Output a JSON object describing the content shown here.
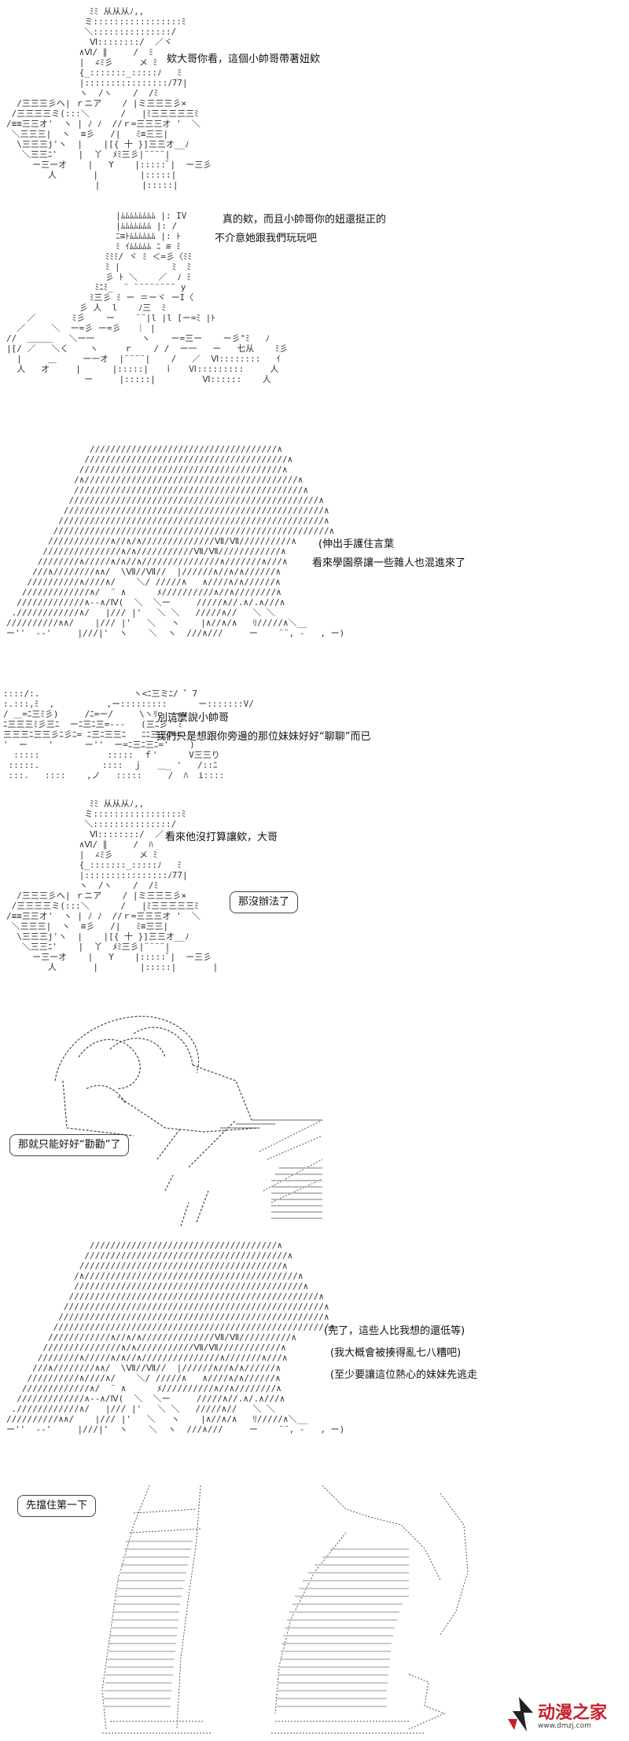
{
  "panel1": {
    "caption": "欸大哥你看，這個小帥哥帶著妞欸"
  },
  "panel2": {
    "caption_line1": "真的欸，而且小帥哥你的妞還挺正的",
    "caption_line2": "不介意她跟我們玩玩吧"
  },
  "panel3": {
    "caption_line1": "(伸出手護住言葉",
    "caption_line2": "看來學園祭讓一些雜人也混進來了"
  },
  "panel4": {
    "caption_line1": "別這麼說小帥哥",
    "caption_line2": "我們只是想跟你旁邊的那位妹妹好好“聊聊”而已"
  },
  "panel5": {
    "caption": "看來他沒打算讓欸，大哥",
    "bubble": "那沒辦法了"
  },
  "panel6": {
    "bubble": "那就只能好好“勸勸”了"
  },
  "panel7": {
    "caption_line1": "(完了，這些人比我想的還低等)",
    "caption_line2": "(我大概會被揍得亂七八糟吧)",
    "caption_line3": "(至少要讓這位熱心的妹妹先逃走"
  },
  "panel8": {
    "bubble": "先擋住第一下"
  },
  "watermark": {
    "text": "动漫之家",
    "url": "www.dmzj.com",
    "color": "#c81e2c"
  }
}
